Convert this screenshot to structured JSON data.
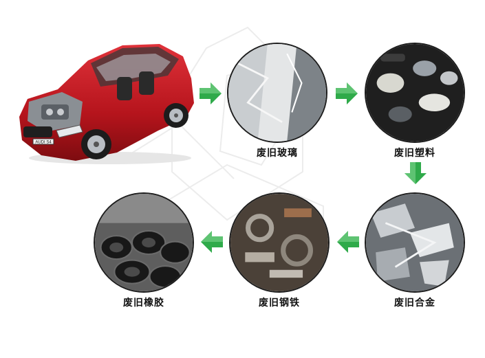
{
  "nodes": [
    {
      "id": "glass",
      "label": "废旧玻璃",
      "icon": "waste-glass-photo"
    },
    {
      "id": "plastic",
      "label": "废旧塑料",
      "icon": "waste-plastic-photo"
    },
    {
      "id": "alloy",
      "label": "废旧合金",
      "icon": "waste-alloy-photo"
    },
    {
      "id": "steel",
      "label": "废旧钢铁",
      "icon": "waste-steel-photo"
    },
    {
      "id": "rubber",
      "label": "废旧橡胶",
      "icon": "waste-rubber-photo"
    }
  ],
  "source": {
    "icon": "car-cutaway-image",
    "plate": "AUDI S4"
  },
  "colors": {
    "arrow": "#2faa4a",
    "arrow_light": "#7fd38e",
    "ring": "#1d1d1d"
  }
}
